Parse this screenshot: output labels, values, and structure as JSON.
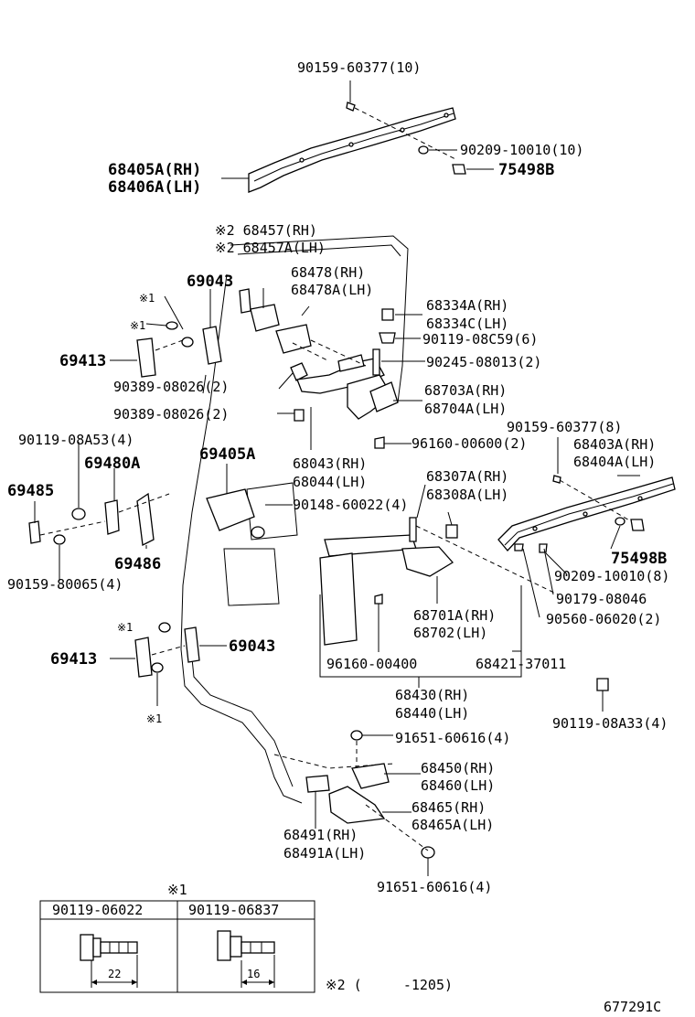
{
  "labels": {
    "p90159_60377_10": "90159-60377(10)",
    "p90209_10010_10": "90209-10010(10)",
    "p75498b_top": "75498B",
    "p68405a": "68405A(RH)",
    "p68406a": "68406A(LH)",
    "p68457": "※2 68457(RH)",
    "p68457a": "※2 68457A(LH)",
    "p69043_top": "69043",
    "p68478": "68478(RH)",
    "p68478a": "68478A(LH)",
    "p68334a": "68334A(RH)",
    "p68334c": "68334C(LH)",
    "mark1_a": "※1",
    "mark1_b": "※1",
    "p90119_08c59": "90119-08C59(6)",
    "p69413_top": "69413",
    "p90245_08013": "90245-08013(2)",
    "p90389_08026_a": "90389-08026(2)",
    "p68703a": "68703A(RH)",
    "p68704a": "68704A(LH)",
    "p90389_08026_b": "90389-08026(2)",
    "p90159_60377_8": "90159-60377(8)",
    "p90119_08a53": "90119-08A53(4)",
    "p96160_00600": "96160-00600(2)",
    "p68403a": "68403A(RH)",
    "p69405a": "69405A",
    "p68404a": "68404A(LH)",
    "p69480a": "69480A",
    "p68043": "68043(RH)",
    "p68044": "68044(LH)",
    "p69485": "69485",
    "p90148_60022": "90148-60022(4)",
    "p68307a": "68307A(RH)",
    "p68308a": "68308A(LH)",
    "p69486": "69486",
    "p75498b_right": "75498B",
    "p90159_80065": "90159-80065(4)",
    "p90209_10010_8": "90209-10010(8)",
    "p90179_08046": "90179-08046",
    "p68701a": "68701A(RH)",
    "p90560_06020": "90560-06020(2)",
    "p68702": "68702(LH)",
    "mark1_c": "※1",
    "p69043_bottom": "69043",
    "p69413_bottom": "69413",
    "p96160_00400": "96160-00400",
    "p68421_37011": "68421-37011",
    "mark1_d": "※1",
    "p68430": "68430(RH)",
    "p90119_08a33": "90119-08A33(4)",
    "p68440": "68440(LH)",
    "p91651_60616_a": "91651-60616(4)",
    "p68450": "68450(RH)",
    "p68460": "68460(LH)",
    "p68465": "68465(RH)",
    "p68465a": "68465A(LH)",
    "p68491": "68491(RH)",
    "p68491a": "68491A(LH)",
    "p91651_60616_b": "91651-60616(4)"
  },
  "legend": {
    "title": "※1",
    "col1_part": "90119-06022",
    "col1_dim": "22",
    "col2_part": "90119-06837",
    "col2_dim": "16"
  },
  "footnote": "※2 (     -1205)",
  "code": "677291C"
}
